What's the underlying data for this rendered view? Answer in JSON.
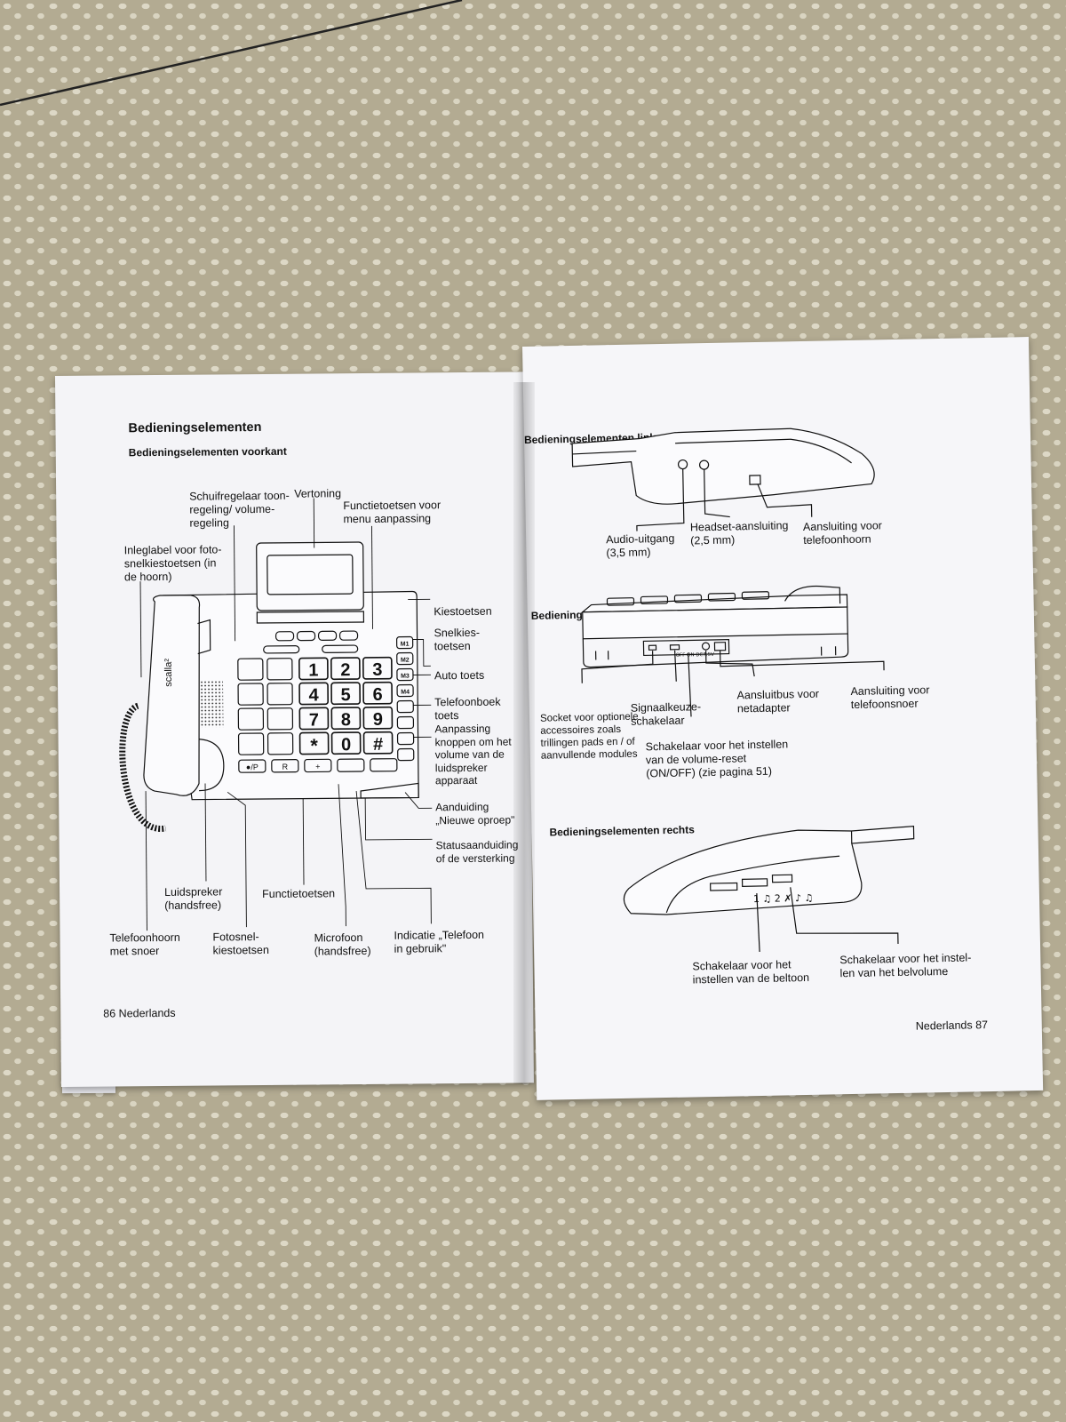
{
  "left_page": {
    "title": "Bedieningselementen",
    "subtitle": "Bedieningselementen voorkant",
    "folio": "86 Nederlands",
    "labels": {
      "schuifregelaar": "Schuifregelaar toon-\nregeling/ volume-\nregeling",
      "vertoning": "Vertoning",
      "functietoetsen_menu": "Functietoetsen voor\nmenu aanpassing",
      "inleglabel": "Inleglabel voor foto-\nsnelkiestoetsen (in\nde hoorn)",
      "kiestoetsen": "Kiestoetsen",
      "snelkiestoetsen": "Snelkies-\ntoetsen",
      "auto_toets": "Auto toets",
      "telefoonboek": "Telefoonboek\ntoets",
      "aanpassing": "Aanpassing\nknoppen om het\nvolume van de\nluidspreker\napparaat",
      "aanduiding": "Aanduiding\n„Nieuwe oproep\"",
      "status": "Statusaanduiding\nof de versterking",
      "luidspreker": "Luidspreker\n(handsfree)",
      "functietoetsen": "Functietoetsen",
      "telefoonhoorn": "Telefoonhoorn\nmet snoer",
      "fotosnel": "Fotosnel-\nkiestoetsen",
      "microfoon": "Microfoon\n(handsfree)",
      "indicatie": "Indicatie „Telefoon\nin gebruik\""
    },
    "phone": {
      "brand": "scalla²",
      "digits": [
        "1",
        "2",
        "3",
        "4",
        "5",
        "6",
        "7",
        "8",
        "9",
        "*",
        "0",
        "#"
      ],
      "memory_keys": [
        "M1",
        "M2",
        "M3",
        "M4"
      ],
      "func_keys": [
        "●/P",
        "R",
        "+",
        ""
      ]
    }
  },
  "right_page": {
    "folio": "Nederlands 87",
    "links": {
      "title": "Bedieningselementen links",
      "audio": "Audio-uitgang\n(3,5 mm)",
      "headset": "Headset-aansluiting\n(2,5 mm)",
      "hoorn": "Aansluiting voor\ntelefoonhoorn"
    },
    "achterkant": {
      "title": "Bedieningselementen achterkant",
      "socket": "Socket voor optionele\naccessoires zoals\ntrillingen pads en / of\naanvullende modules",
      "signaal": "Signaalkeuze-\nschakelaar",
      "netadapter": "Aansluitbus voor\nnetadapter",
      "snoer": "Aansluiting voor\ntelefoonsnoer",
      "schakelaar_reset": "Schakelaar voor het instellen\nvan de volume-reset\n(ON/OFF) (zie pagina 51)",
      "switch_labels": "OFF ON  DC7.5V"
    },
    "rechts": {
      "title": "Bedieningselementen rechts",
      "beltoon": "Schakelaar voor het\ninstellen van de beltoon",
      "belvolume": "Schakelaar voor het instel-\nlen van het belvolume"
    }
  }
}
